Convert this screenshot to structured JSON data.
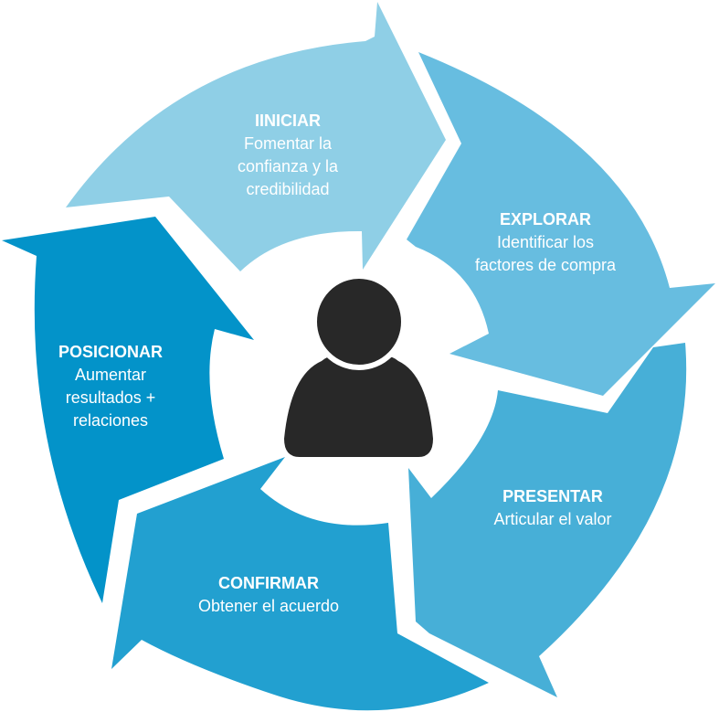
{
  "colors": {
    "iniciar": "#8FCFE6",
    "explorar": "#67BDE0",
    "presentar": "#47AFD7",
    "confirmar": "#22A0D0",
    "posicionar": "#0393C9",
    "person": "#282828",
    "text": "#FFFFFF"
  },
  "center_icon": "person-icon",
  "stages": [
    {
      "title": "IINICIAR",
      "lines": [
        "Fomentar la",
        "confianza y la",
        "credibilidad"
      ]
    },
    {
      "title": "EXPLORAR",
      "lines": [
        "Identificar los",
        "factores de compra"
      ]
    },
    {
      "title": "PRESENTAR",
      "lines": [
        "Articular el valor"
      ]
    },
    {
      "title": "CONFIRMAR",
      "lines": [
        "Obtener el acuerdo"
      ]
    },
    {
      "title": "POSICIONAR",
      "lines": [
        "Aumentar",
        "resultados +",
        "relaciones"
      ]
    }
  ]
}
